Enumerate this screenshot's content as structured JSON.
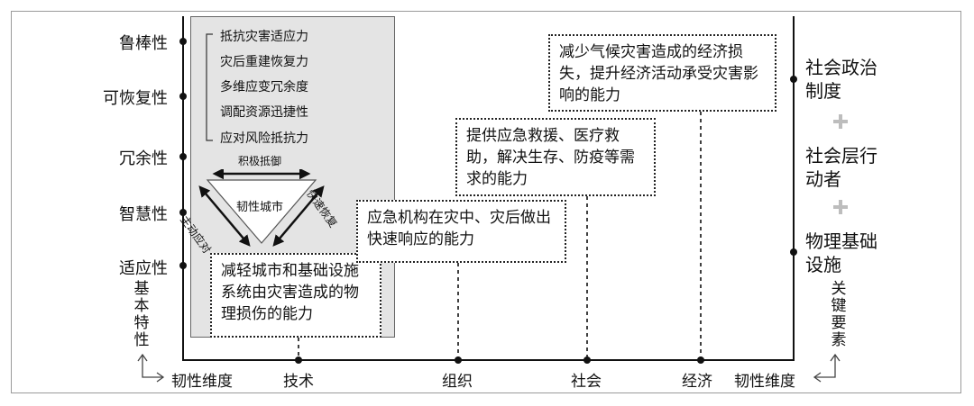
{
  "left_axis": {
    "traits": [
      "鲁棒性",
      "可恢复性",
      "冗余性",
      "智慧性",
      "适应性"
    ],
    "title": "基本特性"
  },
  "panel": {
    "capabilities": [
      "抵抗灾害适应力",
      "灾后重建恢复力",
      "多维应变冗余度",
      "调配资源迅捷性",
      "应对风险抵抗力"
    ],
    "triangle": {
      "top": "积极抵御",
      "center": "韧性城市",
      "left": "主动应对",
      "right": "快速恢复"
    },
    "tech_box": "减轻城市和基础设施系统由灾害造成的物理损伤的能力"
  },
  "boxes": {
    "organization": "应急机构在灾中、灾后做出快速响应的能力",
    "society": "提供应急救援、医疗救助，解决生存、防疫等需求的能力",
    "economy": "减少气候灾害造成的经济损失，提升经济活动承受灾害影响的能力"
  },
  "bottom_axis": {
    "left_title": "韧性维度",
    "dimensions": [
      "技术",
      "组织",
      "社会",
      "经济"
    ],
    "right_title": "韧性维度"
  },
  "right_axis": {
    "elements": [
      "社会政治制度",
      "社会层行动者",
      "物理基础设施"
    ],
    "title": "关键要素"
  }
}
